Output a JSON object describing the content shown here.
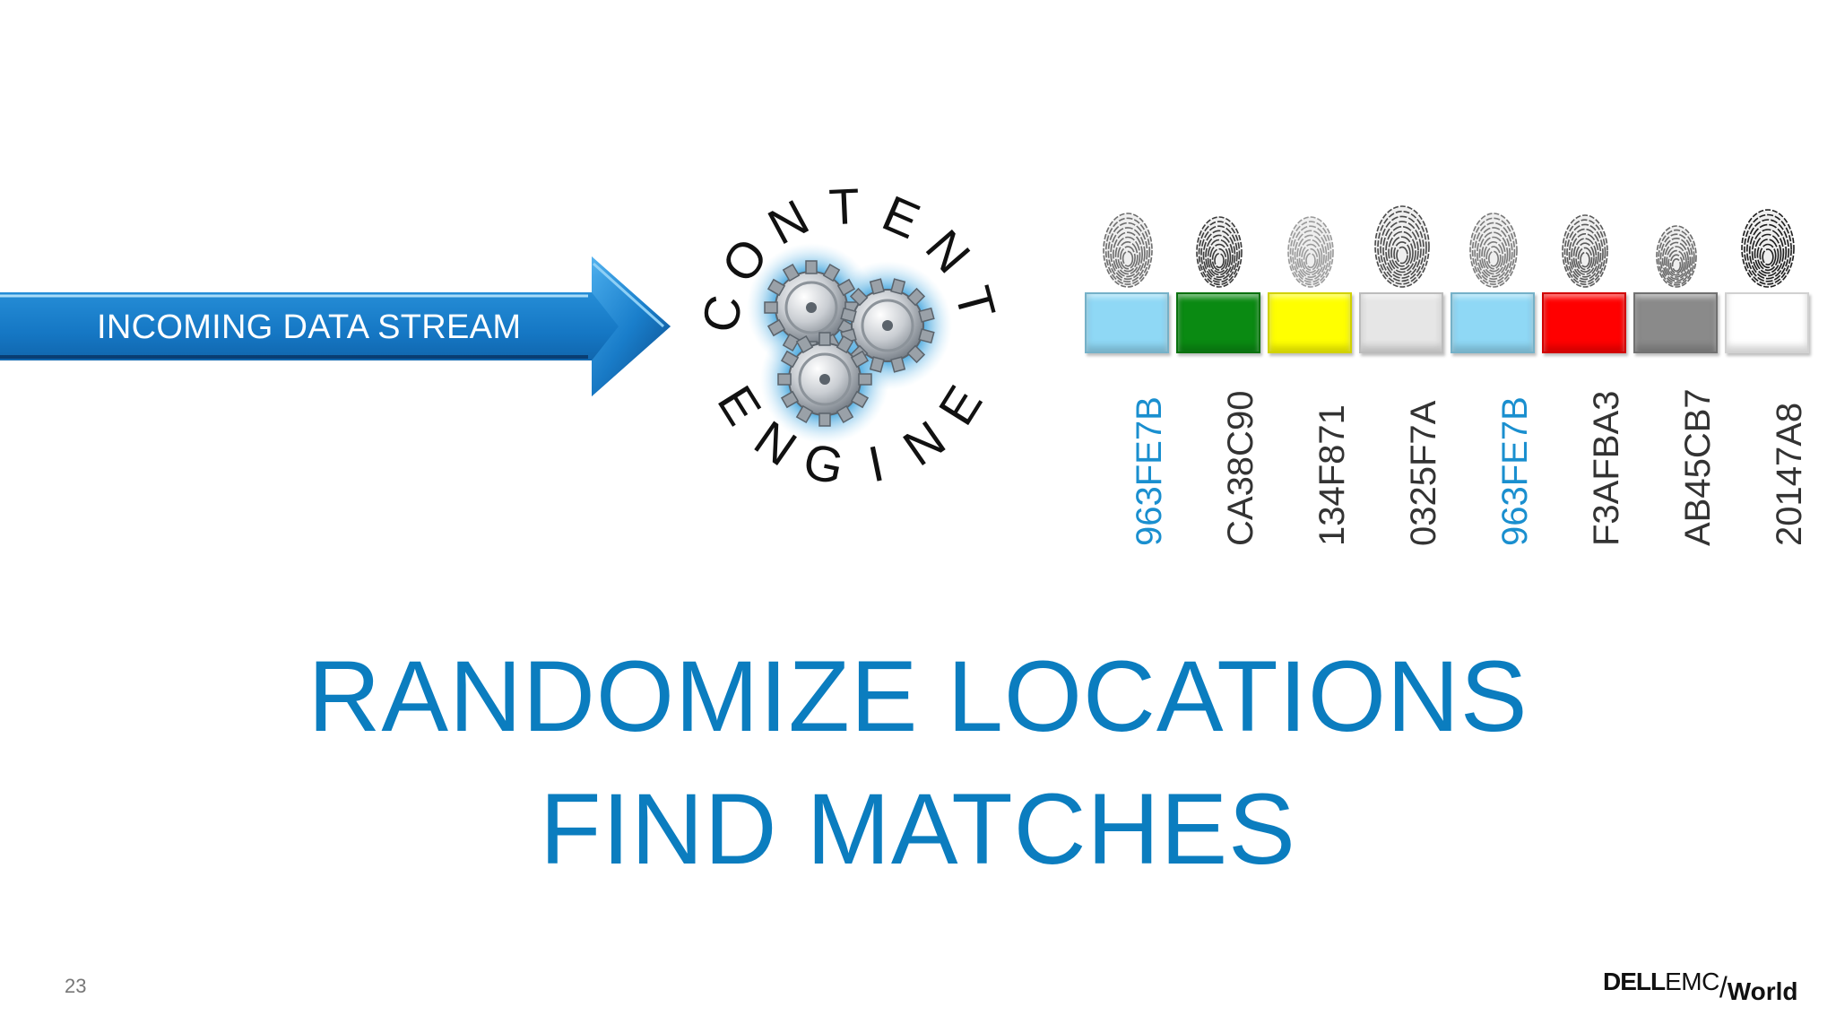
{
  "arrow": {
    "label": "INCOMING DATA STREAM",
    "color": "#1f87cf"
  },
  "engine": {
    "top_word": "CONTENT",
    "bottom_word": "ENGINE",
    "icon": "gears-icon"
  },
  "hashes": [
    {
      "code": "963FE7B",
      "box_color": "#8fd8f5",
      "text_color": "#1a8fcf",
      "fingerprint": "fingerprint-icon"
    },
    {
      "code": "CA38C90",
      "box_color": "#0a8a12",
      "text_color": "#333333",
      "fingerprint": "fingerprint-icon"
    },
    {
      "code": "134F871",
      "box_color": "#ffff00",
      "text_color": "#333333",
      "fingerprint": "fingerprint-icon"
    },
    {
      "code": "0325F7A",
      "box_color": "#e6e6e6",
      "text_color": "#333333",
      "fingerprint": "fingerprint-icon"
    },
    {
      "code": "963FE7B",
      "box_color": "#8fd8f5",
      "text_color": "#1a8fcf",
      "fingerprint": "fingerprint-icon"
    },
    {
      "code": "F3AFBA3",
      "box_color": "#ff0000",
      "text_color": "#333333",
      "fingerprint": "fingerprint-icon"
    },
    {
      "code": "AB45CB7",
      "box_color": "#8a8a8a",
      "text_color": "#333333",
      "fingerprint": "fingerprint-icon"
    },
    {
      "code": "20147A8",
      "box_color": "#ffffff",
      "text_color": "#333333",
      "fingerprint": "fingerprint-icon"
    }
  ],
  "headline": {
    "line1": "RANDOMIZE LOCATIONS",
    "line2": "FIND MATCHES",
    "color": "#0b7dbf"
  },
  "footer": {
    "page_number": "23",
    "brand_dell": "DELL",
    "brand_emc": "EMC",
    "brand_slash": "/",
    "brand_world": "World"
  }
}
